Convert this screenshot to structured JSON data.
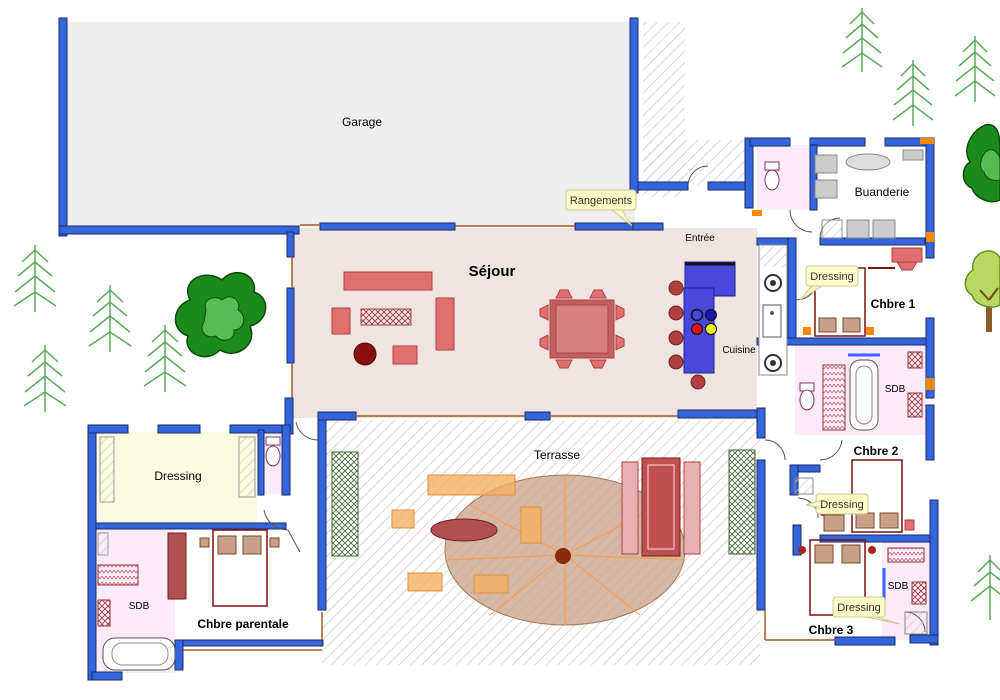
{
  "rooms": {
    "garage": "Garage",
    "sejour": "Séjour",
    "entree": "Entrée",
    "cuisine": "Cuisine",
    "buanderie": "Buanderie",
    "chbre1": "Chbre 1",
    "chbre2": "Chbre 2",
    "chbre3": "Chbre 3",
    "sdb_right": "SDB",
    "sdb_left": "SDB",
    "dressing_left": "Dressing",
    "chbre_parentale": "Chbre parentale",
    "terrasse": "Terrasse"
  },
  "notes": {
    "rangements": "Rangements",
    "dressing1": "Dressing",
    "dressing2": "Dressing",
    "dressing3": "Dressing"
  },
  "colors": {
    "wall": "#3366dd",
    "wall_edge": "#1a2a66",
    "sejour_floor": "#efe4e0",
    "garage_floor": "#eeeeee",
    "dressing_floor": "#fbfbe0",
    "bath_floor": "#fbeaf8",
    "furniture_red": "#e07070",
    "terrace_table": "#c8a088",
    "orange_chair": "#f4b060",
    "tree_green": "#66bb66",
    "bush_green": "#229922",
    "note_bg": "#fdfdc8"
  }
}
